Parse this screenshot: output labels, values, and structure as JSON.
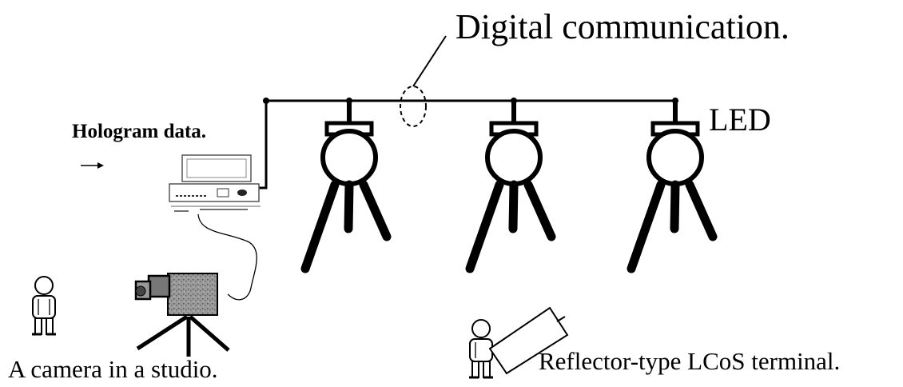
{
  "labels": {
    "digital_communication": "Digital communication.",
    "hologram_data": "Hologram data.",
    "led": "LED",
    "camera_studio": "A camera in a studio.",
    "lcos_terminal": "Reflector-type LCoS terminal."
  },
  "colors": {
    "ink": "#000000",
    "background": "#ffffff",
    "camera_body": "#8a8a8a"
  },
  "icons": {
    "led_lamps": [
      "led-lamp-icon",
      "led-lamp-icon",
      "led-lamp-icon"
    ],
    "people": [
      "person-icon",
      "person-icon"
    ],
    "camera": "video-camera-icon",
    "computer": "computer-icon",
    "terminal": "lcos-terminal-icon"
  }
}
